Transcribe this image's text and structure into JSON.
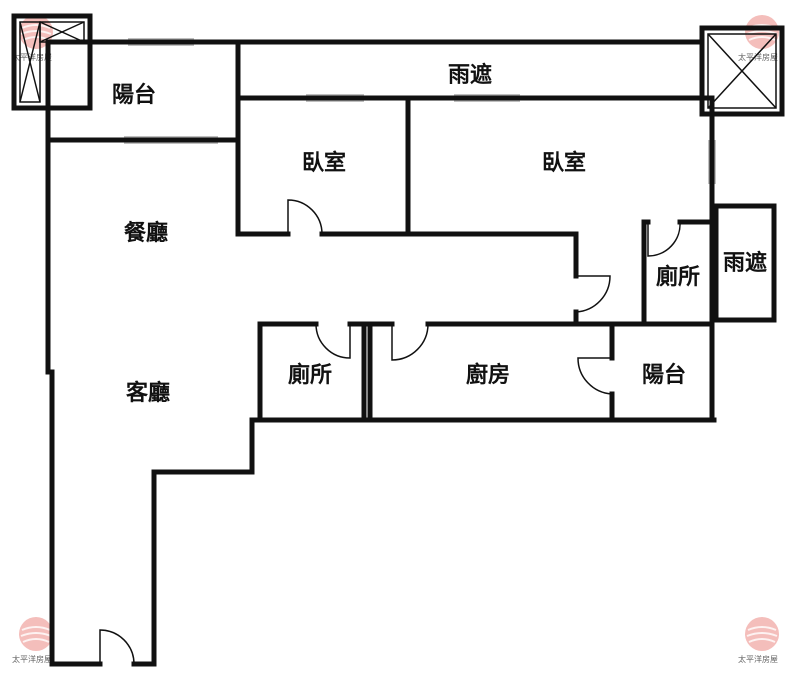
{
  "rooms": {
    "balcony_top": "陽台",
    "canopy_top": "雨遮",
    "bedroom_left": "臥室",
    "bedroom_right": "臥室",
    "dining": "餐廳",
    "living": "客廳",
    "toilet_left": "廁所",
    "kitchen": "廚房",
    "balcony_right": "陽台",
    "toilet_right": "廁所",
    "canopy_right": "雨遮"
  },
  "watermark": {
    "text": "太平洋房屋",
    "color": "#e0443c"
  }
}
